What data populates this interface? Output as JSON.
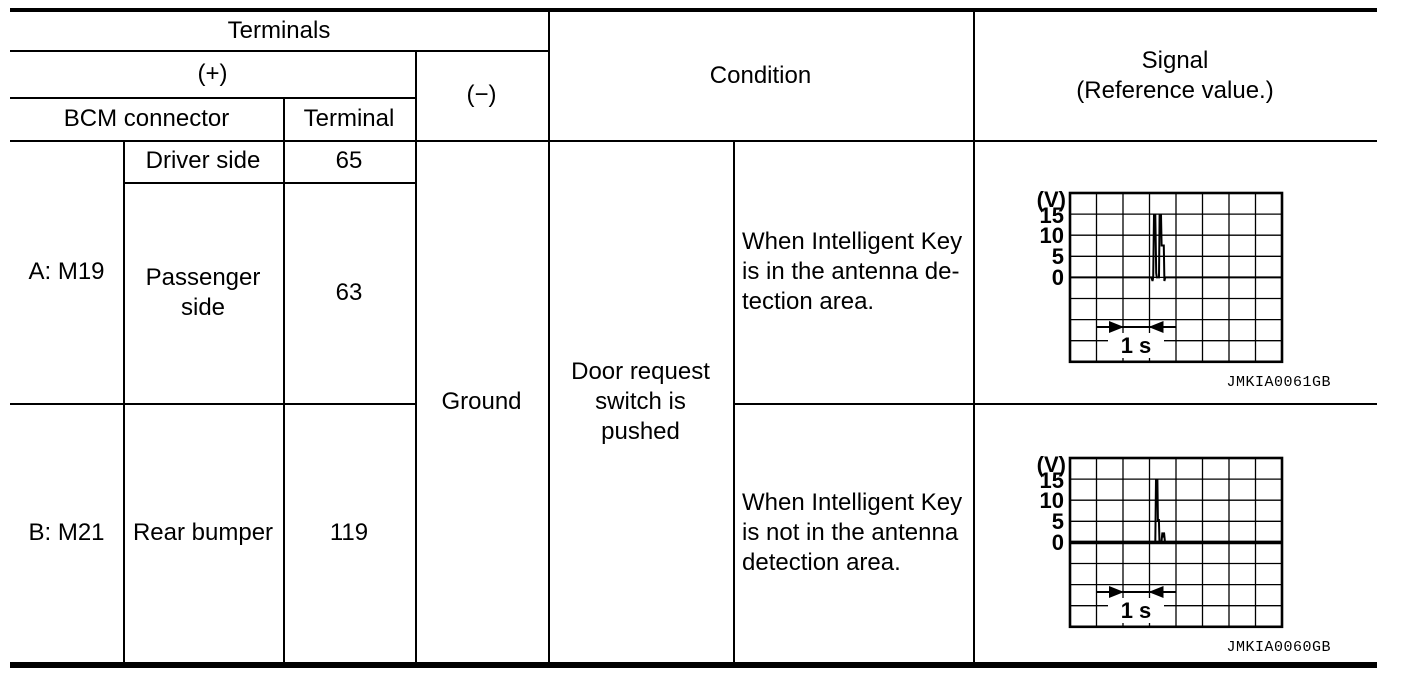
{
  "header": {
    "terminals": "Terminals",
    "plus": "(+)",
    "minus": "(−)",
    "bcm_connector": "BCM connector",
    "terminal": "Terminal",
    "condition": "Condition",
    "signal": [
      "Signal",
      "(Reference value.)"
    ]
  },
  "rows": {
    "a": {
      "connector": "A: M19",
      "driver": {
        "position": "Driver side",
        "terminal": "65"
      },
      "passenger": {
        "position": [
          "Passenger",
          "side"
        ],
        "terminal": "63"
      }
    },
    "b": {
      "connector": "B: M21",
      "position": "Rear bumper",
      "terminal": "119"
    },
    "minus_terminal": "Ground"
  },
  "conditions": {
    "main": [
      "Door request",
      "switch is",
      "pushed"
    ],
    "in_area": [
      "When Intelligent Key",
      "is in the antenna de-",
      "tection area."
    ],
    "out_area": [
      "When Intelligent Key",
      "is not in the antenna",
      "detection area."
    ]
  },
  "signals": [
    {
      "code": "JMKIA0061GB",
      "unit": "(V)",
      "y_ticks": [
        "15",
        "10",
        "5",
        "0"
      ],
      "time_label": "1 s",
      "grid_divisions": "8x8",
      "peak_v": 15,
      "pulse_count": 2
    },
    {
      "code": "JMKIA0060GB",
      "unit": "(V)",
      "y_ticks": [
        "15",
        "10",
        "5",
        "0"
      ],
      "time_label": "1 s",
      "grid_divisions": "8x8",
      "peak_v": 15,
      "pulse_count": 1
    }
  ]
}
